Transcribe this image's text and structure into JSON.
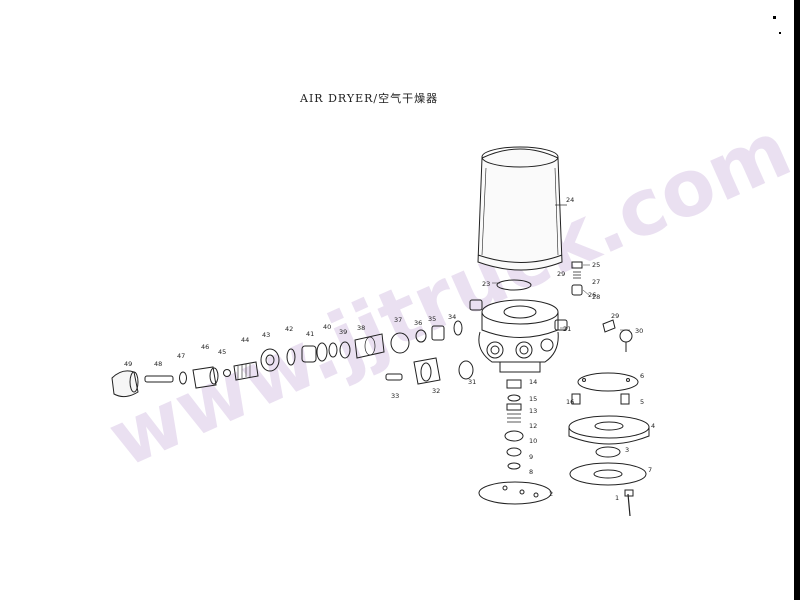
{
  "title": "AIR DRYER/空气干燥器",
  "watermark": "www.jjtruck.com",
  "part_numbers": [
    "1",
    "2",
    "3",
    "4",
    "5",
    "6",
    "7",
    "8",
    "9",
    "10",
    "11",
    "12",
    "13",
    "14",
    "15",
    "16",
    "25",
    "26",
    "27",
    "28",
    "29",
    "30",
    "31",
    "32",
    "33",
    "34",
    "35",
    "36",
    "37",
    "38",
    "39",
    "40",
    "41",
    "42",
    "43",
    "44",
    "45",
    "46",
    "47",
    "48",
    "49"
  ]
}
